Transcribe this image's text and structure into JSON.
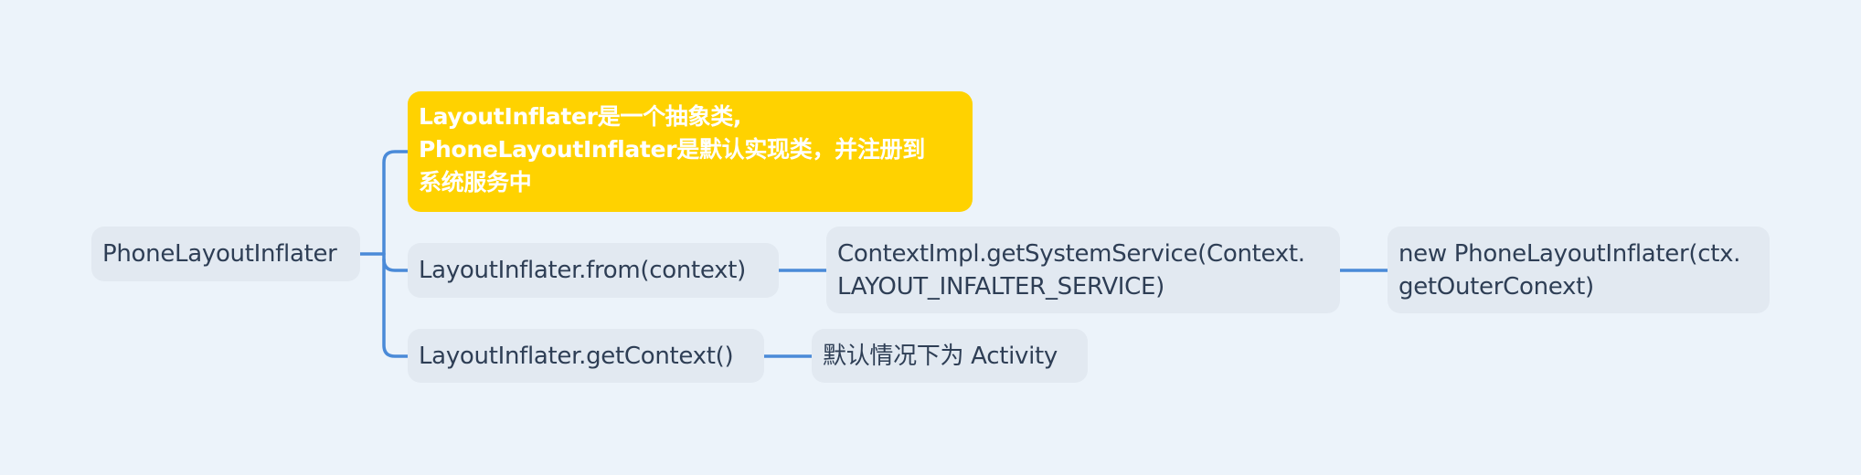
{
  "colors": {
    "background": "#ecf3fa",
    "node_fill": "#e2e9f1",
    "node_text": "#2e3e55",
    "highlight_fill": "#ffd200",
    "highlight_text": "#ffffff",
    "connector": "#4a8ad8"
  },
  "mindmap": {
    "root": {
      "label": "PhoneLayoutInflater"
    },
    "branches": [
      {
        "label_lines": [
          "LayoutInflater是一个抽象类,",
          "PhoneLayoutInflater是默认实现类，并注册到",
          "系统服务中"
        ],
        "highlight": true
      },
      {
        "label": "LayoutInflater.from(context)",
        "children": [
          {
            "label_lines": [
              "ContextImpl.getSystemService(Context.",
              "LAYOUT_INFALTER_SERVICE)"
            ],
            "children": [
              {
                "label_lines": [
                  "new PhoneLayoutInflater(ctx.",
                  "getOuterConext)"
                ]
              }
            ]
          }
        ]
      },
      {
        "label": "LayoutInflater.getContext()",
        "children": [
          {
            "label": "默认情况下为 Activity"
          }
        ]
      }
    ]
  }
}
